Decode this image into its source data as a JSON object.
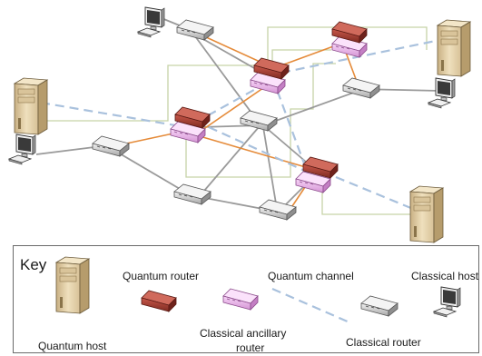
{
  "legend": {
    "key_label": "Key",
    "quantum_router_label": "Quantum router",
    "quantum_channel_label": "Quantum channel",
    "classical_host_label": "Classical host",
    "quantum_host_label": "Quantum host",
    "ancillary_router_label_line1": "Classical ancillary",
    "ancillary_router_label_line2": "router",
    "classical_router_label": "Classical router"
  },
  "colors": {
    "classical_link": "#9a9a9a",
    "quantum_router_link": "#e58b3a",
    "quantum_channel": "#a9c1dd",
    "ancillary_link": "#c6d3a8",
    "quantum_router": "#a83b30",
    "ancillary_router": "#ecb2ec",
    "classical_router": "#d6d6d6",
    "quantum_host": "#e8d6b0"
  },
  "nodes": [
    {
      "id": "cr-top",
      "kind": "classical-router"
    },
    {
      "id": "cr-right",
      "kind": "classical-router"
    },
    {
      "id": "cr-center",
      "kind": "classical-router"
    },
    {
      "id": "cr-left",
      "kind": "classical-router"
    },
    {
      "id": "cr-bottom-left",
      "kind": "classical-router"
    },
    {
      "id": "cr-bottom",
      "kind": "classical-router"
    },
    {
      "id": "qr-top",
      "kind": "quantum-router"
    },
    {
      "id": "qr-top-right",
      "kind": "quantum-router"
    },
    {
      "id": "qr-center",
      "kind": "quantum-router"
    },
    {
      "id": "qr-bottom",
      "kind": "quantum-router"
    },
    {
      "id": "qh-left",
      "kind": "quantum-host"
    },
    {
      "id": "qh-right",
      "kind": "quantum-host"
    },
    {
      "id": "qh-bottom",
      "kind": "quantum-host"
    },
    {
      "id": "ch-top",
      "kind": "classical-host"
    },
    {
      "id": "ch-left",
      "kind": "classical-host"
    },
    {
      "id": "ch-right",
      "kind": "classical-host"
    }
  ]
}
